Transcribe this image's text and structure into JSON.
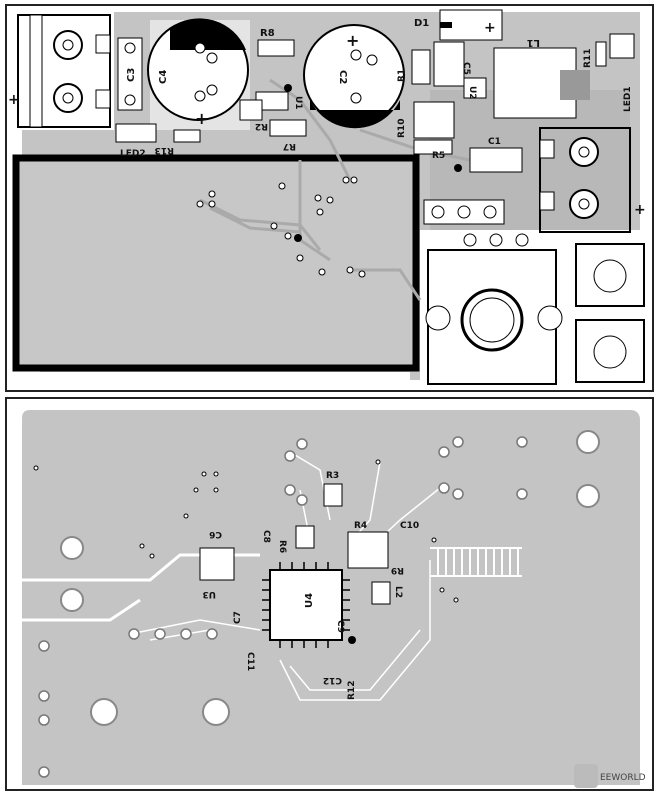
{
  "top_labels": {
    "d1": "D1",
    "r8": "R8",
    "r1": "R1",
    "l1": "L1",
    "r11": "R11",
    "c3": "C3",
    "c4": "C4",
    "c2": "C2",
    "c5": "C5",
    "u1": "U1",
    "u2": "U2",
    "led1": "LED1",
    "r2": "R2",
    "r7": "R7",
    "r10": "R10",
    "r5": "R5",
    "c1": "C1",
    "led2": "LED2",
    "r13": "R13"
  },
  "bottom_labels": {
    "r3": "R3",
    "r6": "R6",
    "c8": "C8",
    "r4": "R4",
    "c10": "C10",
    "c6": "C6",
    "r9": "R9",
    "u4": "U4",
    "u3": "U3",
    "l2": "L2",
    "c7": "C7",
    "c9": "C9",
    "c11": "C11",
    "c12": "C12",
    "r12": "R12"
  },
  "polarity": "+",
  "watermark": "EEWORLD",
  "colors": {
    "copper": "#c4c4c4",
    "trace": "#bcbcbc",
    "silk": "#111111",
    "board": "#ffffff"
  }
}
